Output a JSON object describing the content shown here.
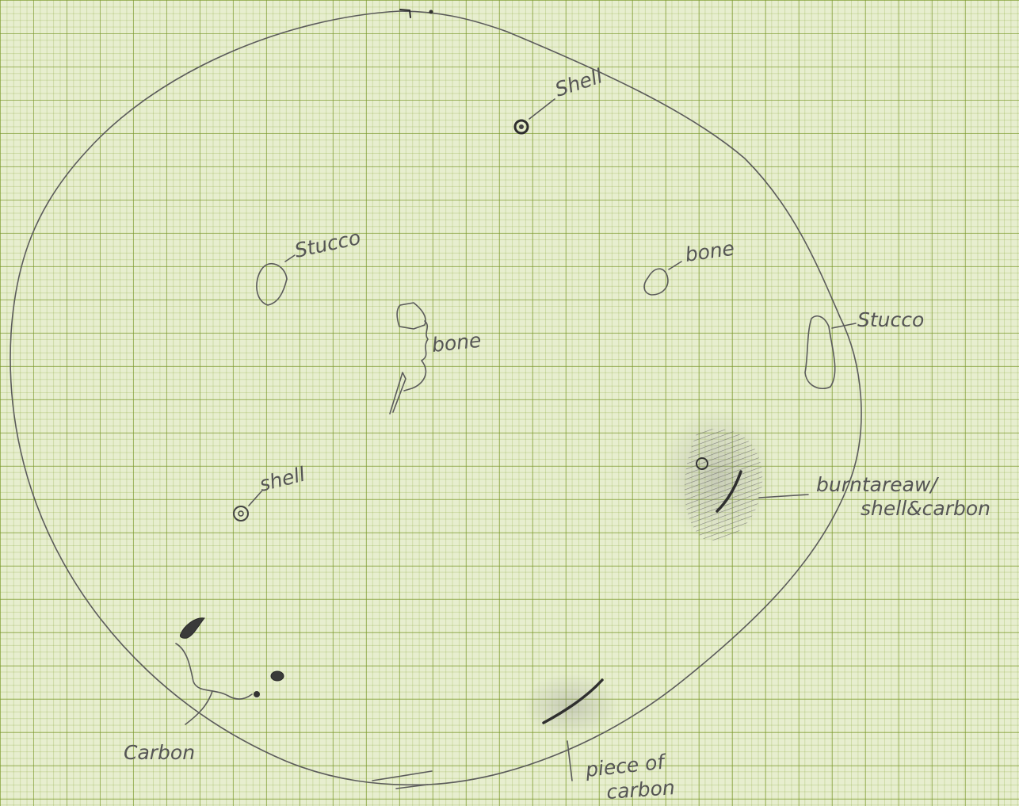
{
  "labels": {
    "shell_top": "Shell",
    "stucco_left": "Stucco",
    "bone_right": "bone",
    "bone_center": "bone",
    "stucco_right": "Stucco",
    "shell_left": "shell",
    "burnt_area_line1": "burntareaw/",
    "burnt_area_line2": "shell&carbon",
    "carbon_left": "Carbon",
    "piece_carbon_line1": "piece of",
    "piece_carbon_line2": "carbon"
  },
  "colors": {
    "paper": "#e7eecf",
    "grid": "#8fae3c",
    "pencil": "#5b5b5b"
  }
}
